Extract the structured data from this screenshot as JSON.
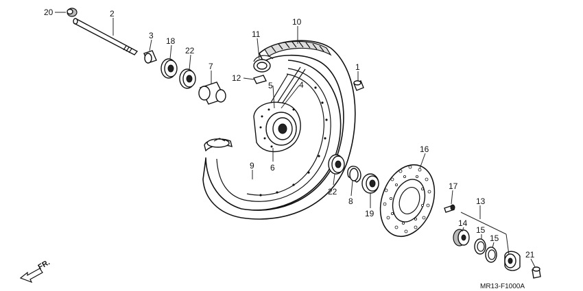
{
  "callouts": {
    "c1": "1",
    "c2": "2",
    "c3": "3",
    "c4": "4",
    "c5": "5",
    "c6": "6",
    "c7": "7",
    "c8": "8",
    "c9": "9",
    "c10": "10",
    "c11": "11",
    "c12": "12",
    "c13": "13",
    "c14": "14",
    "c15a": "15",
    "c15b": "15",
    "c16": "16",
    "c17": "17",
    "c18": "18",
    "c19": "19",
    "c20": "20",
    "c21": "21",
    "c22a": "22",
    "c22b": "22"
  },
  "direction_label": "FR.",
  "diagram_code": "MR13-F1000A"
}
